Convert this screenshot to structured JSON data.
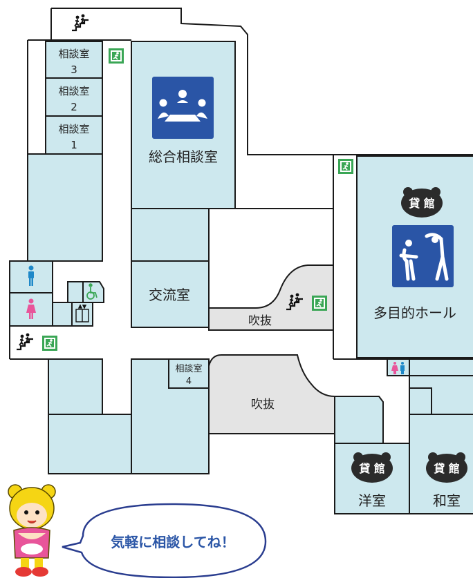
{
  "rooms": {
    "consult3": {
      "label": "相談室",
      "num": "3"
    },
    "consult2": {
      "label": "相談室",
      "num": "2"
    },
    "consult1": {
      "label": "相談室",
      "num": "1"
    },
    "consult4": {
      "label": "相談室",
      "num": "4"
    },
    "general_consult": {
      "label": "総合相談室"
    },
    "exchange": {
      "label": "交流室"
    },
    "atrium_upper": {
      "label": "吹抜"
    },
    "atrium_lower": {
      "label": "吹抜"
    },
    "multipurpose_hall": {
      "label": "多目的ホール"
    },
    "western_room": {
      "label": "洋室"
    },
    "japanese_room": {
      "label": "和室"
    }
  },
  "rental_badge": {
    "text": "貸 館"
  },
  "mascot": {
    "speech": "気軽に相談してね！"
  },
  "colors": {
    "room_fill": "#cde8ee",
    "atrium_fill": "#e4e4e4",
    "wall": "#1a1a1a",
    "icon_blue": "#2a55a6",
    "exit_green": "#3aa655",
    "badge_dark": "#2b2b2b",
    "speech_text": "#2a55a6",
    "male_icon": "#1e88c8",
    "female_icon": "#e8559a",
    "mascot_hair": "#f5d514",
    "mascot_clothes": "#e8559a"
  },
  "icons": [
    "stairs-icon",
    "emergency-exit-icon",
    "meeting-icon",
    "exercise-icon",
    "male-toilet-icon",
    "female-toilet-icon",
    "accessible-toilet-icon",
    "elevator-icon",
    "bear-badge-icon"
  ]
}
